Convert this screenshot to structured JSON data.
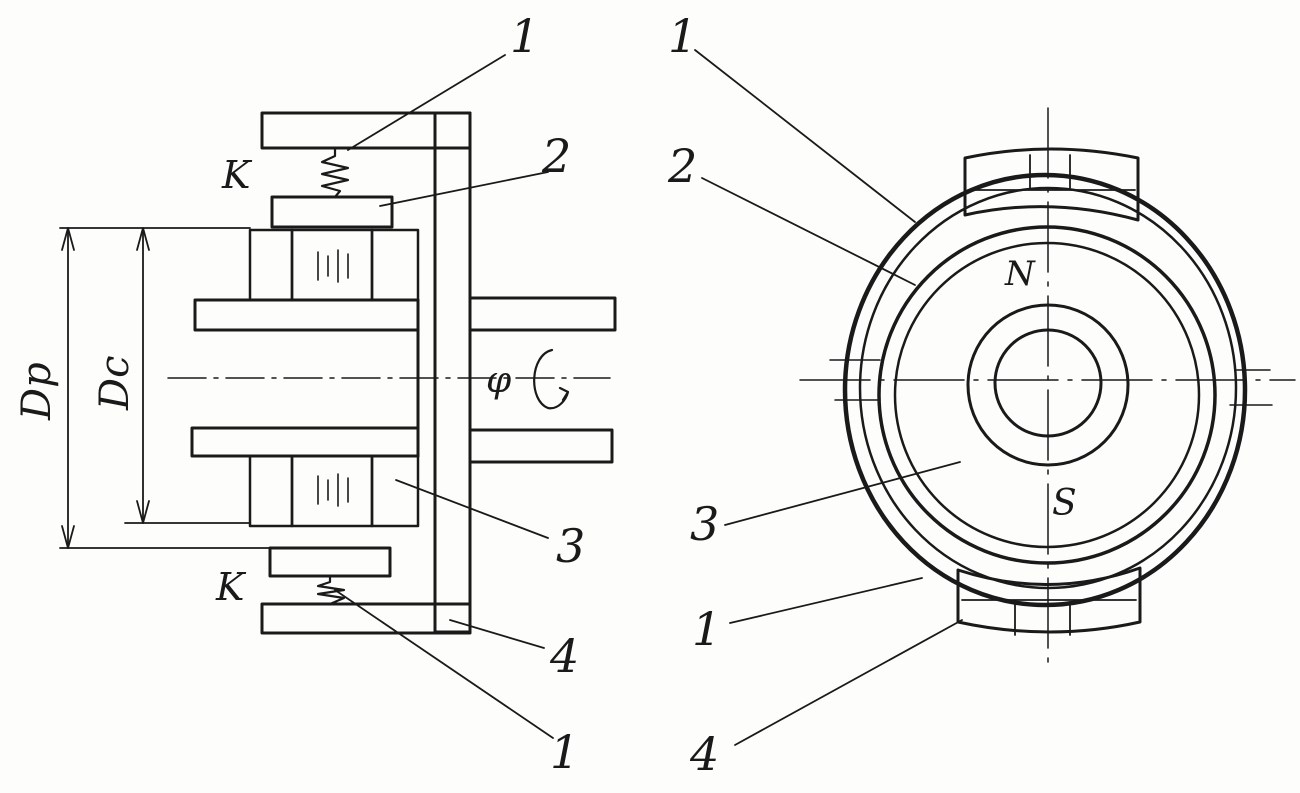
{
  "colors": {
    "ink": "#1a1a1a",
    "paper": "#fdfdfb"
  },
  "section_view": {
    "callouts": {
      "top_1": "1",
      "top_2": "2",
      "mid_3": "3",
      "low_4": "4",
      "bottom_1": "1"
    },
    "spring_labels": {
      "upper": "K",
      "lower": "K"
    },
    "dimensions": {
      "rotor_diameter": "Dр",
      "stator_diameter": "Dс"
    },
    "rotation_symbol": "φ"
  },
  "end_view": {
    "callouts": {
      "top_1": "1",
      "top_2": "2",
      "mid_3": "3",
      "low_1": "1",
      "bottom_4": "4"
    },
    "poles": {
      "north": "N",
      "south": "S"
    }
  }
}
